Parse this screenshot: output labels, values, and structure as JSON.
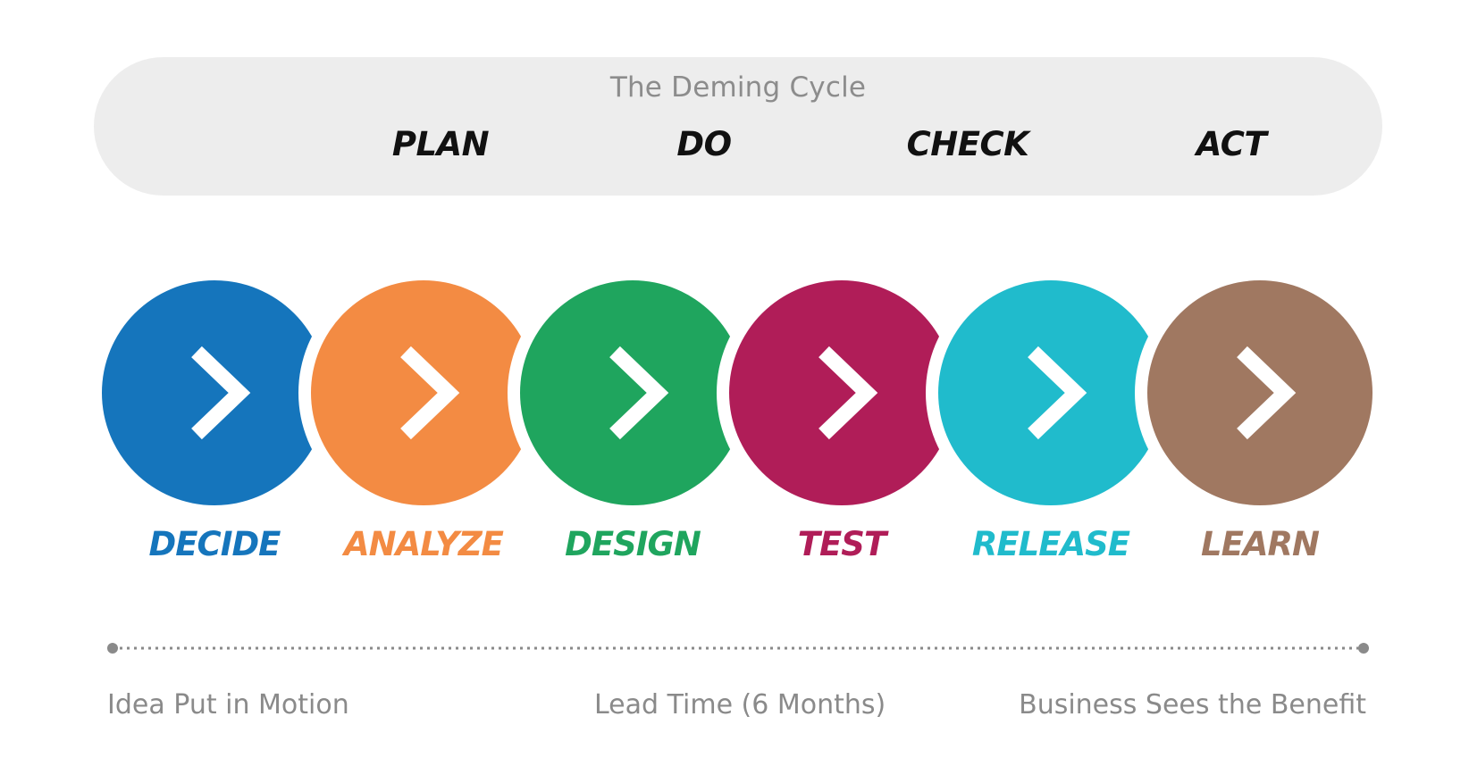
{
  "diagram": {
    "banner": {
      "title": "The Deming Cycle",
      "phases": [
        "PLAN",
        "DO",
        "CHECK",
        "ACT"
      ]
    },
    "stages": [
      {
        "label": "DECIDE",
        "color": "#1575bc",
        "icon": "chevron-right-icon"
      },
      {
        "label": "ANALYZE",
        "color": "#f38b43",
        "icon": "chevron-right-icon"
      },
      {
        "label": "DESIGN",
        "color": "#1fa55e",
        "icon": "chevron-right-icon"
      },
      {
        "label": "TEST",
        "color": "#b01d58",
        "icon": "chevron-right-icon"
      },
      {
        "label": "RELEASE",
        "color": "#20bbcc",
        "icon": "chevron-right-icon"
      },
      {
        "label": "LEARN",
        "color": "#a07861",
        "icon": "chevron-right-icon"
      }
    ],
    "timeline": {
      "start": "Idea Put in Motion",
      "middle": "Lead Time (6 Months)",
      "end": "Business Sees the Benefit",
      "line_color": "#8a8a8a"
    }
  }
}
